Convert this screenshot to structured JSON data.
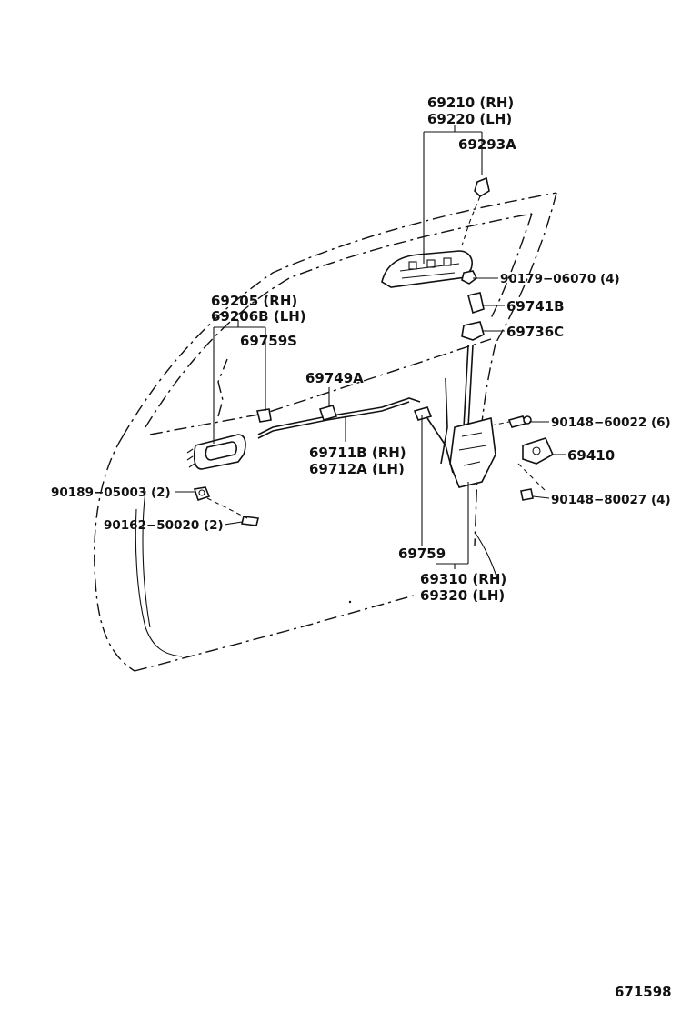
{
  "diagram_id": "671598",
  "labels": {
    "p69210": "69210 (RH)",
    "p69220": "69220 (LH)",
    "p69293A": "69293A",
    "p90179": "90179−06070 (4)",
    "p69741B": "69741B",
    "p69736C": "69736C",
    "p69205": "69205  (RH)",
    "p69206B": "69206B (LH)",
    "p69759S": "69759S",
    "p69749A": "69749A",
    "p90148a": "90148−60022 (6)",
    "p69410": "69410",
    "p69711B": "69711B (RH)",
    "p69712A": "69712A (LH)",
    "p90189": "90189−05003 (2)",
    "p90162": "90162−50020 (2)",
    "p90148b": "90148−80027 (4)",
    "p69759": "69759",
    "p69310": "69310 (RH)",
    "p69320": "69320 (LH)"
  }
}
